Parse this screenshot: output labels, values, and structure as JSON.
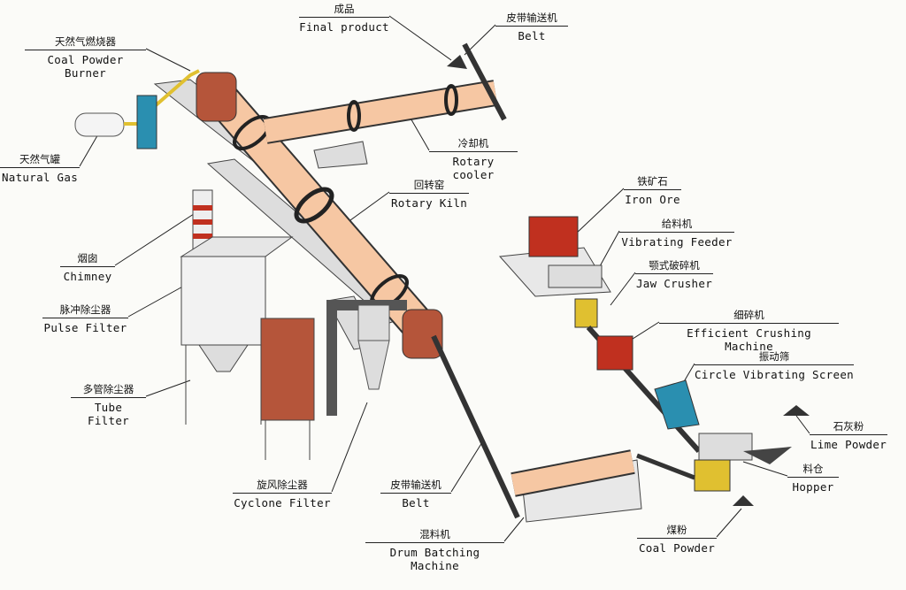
{
  "labels": {
    "final_product": {
      "cn": "成品",
      "en": "Final product"
    },
    "belt_top": {
      "cn": "皮带输送机",
      "en": "Belt"
    },
    "burner": {
      "cn": "天然气燃烧器",
      "en": "Coal Powder Burner"
    },
    "natural_gas": {
      "cn": "天然气罐",
      "en": "Natural Gas"
    },
    "rotary_cooler": {
      "cn": "冷却机",
      "en": "Rotary cooler"
    },
    "rotary_kiln": {
      "cn": "回转窑",
      "en": "Rotary Kiln"
    },
    "chimney": {
      "cn": "烟囱",
      "en": "Chimney"
    },
    "pulse_filter": {
      "cn": "脉冲除尘器",
      "en": "Pulse Filter"
    },
    "tube_filter": {
      "cn": "多管除尘器",
      "en": "Tube Filter"
    },
    "cyclone_filter": {
      "cn": "旋风除尘器",
      "en": "Cyclone Filter"
    },
    "belt_bottom": {
      "cn": "皮带输送机",
      "en": "Belt"
    },
    "drum_batching": {
      "cn": "混料机",
      "en": "Drum Batching Machine"
    },
    "iron_ore": {
      "cn": "铁矿石",
      "en": "Iron Ore"
    },
    "vibrating_feeder": {
      "cn": "给料机",
      "en": "Vibrating Feeder"
    },
    "jaw_crusher": {
      "cn": "颚式破碎机",
      "en": "Jaw Crusher"
    },
    "efficient_crusher": {
      "cn": "细碎机",
      "en": "Efficient Crushing Machine"
    },
    "vibrating_screen": {
      "cn": "振动筛",
      "en": "Circle Vibrating Screen"
    },
    "lime_powder": {
      "cn": "石灰粉",
      "en": "Lime Powder"
    },
    "hopper": {
      "cn": "料仓",
      "en": "Hopper"
    },
    "coal_powder": {
      "cn": "煤粉",
      "en": "Coal Powder"
    }
  },
  "colors": {
    "kiln": "#f6c7a3",
    "brick": "#b5553a",
    "crusher": "#c0301f",
    "screen": "#2a8fb0",
    "steel": "#555555"
  }
}
